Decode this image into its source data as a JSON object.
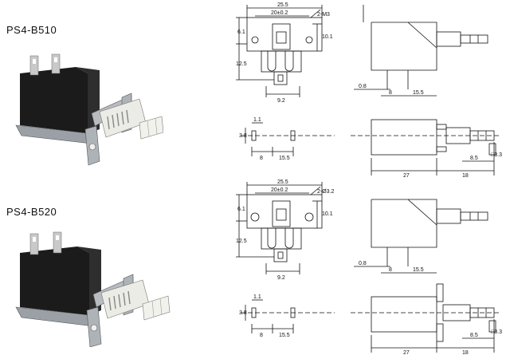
{
  "models": [
    {
      "name": "PS4-B510",
      "dims": {
        "width": "25.5",
        "hole_spacing": "20±0.2",
        "holes": "2-M3",
        "height_top": "6.1",
        "height_bottom": "12.5",
        "side_height": "10.1",
        "bottom_width": "9.2",
        "pin_offset": "0.8",
        "pin_pitch": "8",
        "pin_span": "15.5",
        "small_w": "1.1",
        "small_h": "3.8",
        "bottom_pitch": "8",
        "bottom_span": "15.5",
        "body_len": "27",
        "plunger_len": "18",
        "plunger_travel": "8.5",
        "plunger_size": "□3.3"
      }
    },
    {
      "name": "PS4-B520",
      "dims": {
        "width": "25.5",
        "hole_spacing": "20±0.2",
        "holes": "2-Ø3.2",
        "height_top": "6.1",
        "height_bottom": "12.5",
        "side_height": "10.1",
        "bottom_width": "9.2",
        "pin_offset": "0.8",
        "pin_pitch": "8",
        "pin_span": "15.5",
        "small_w": "1.1",
        "small_h": "3.8",
        "bottom_pitch": "8",
        "bottom_span": "15.5",
        "body_len": "27",
        "plunger_len": "18",
        "plunger_travel": "8.5",
        "plunger_size": "□3.3"
      }
    }
  ]
}
